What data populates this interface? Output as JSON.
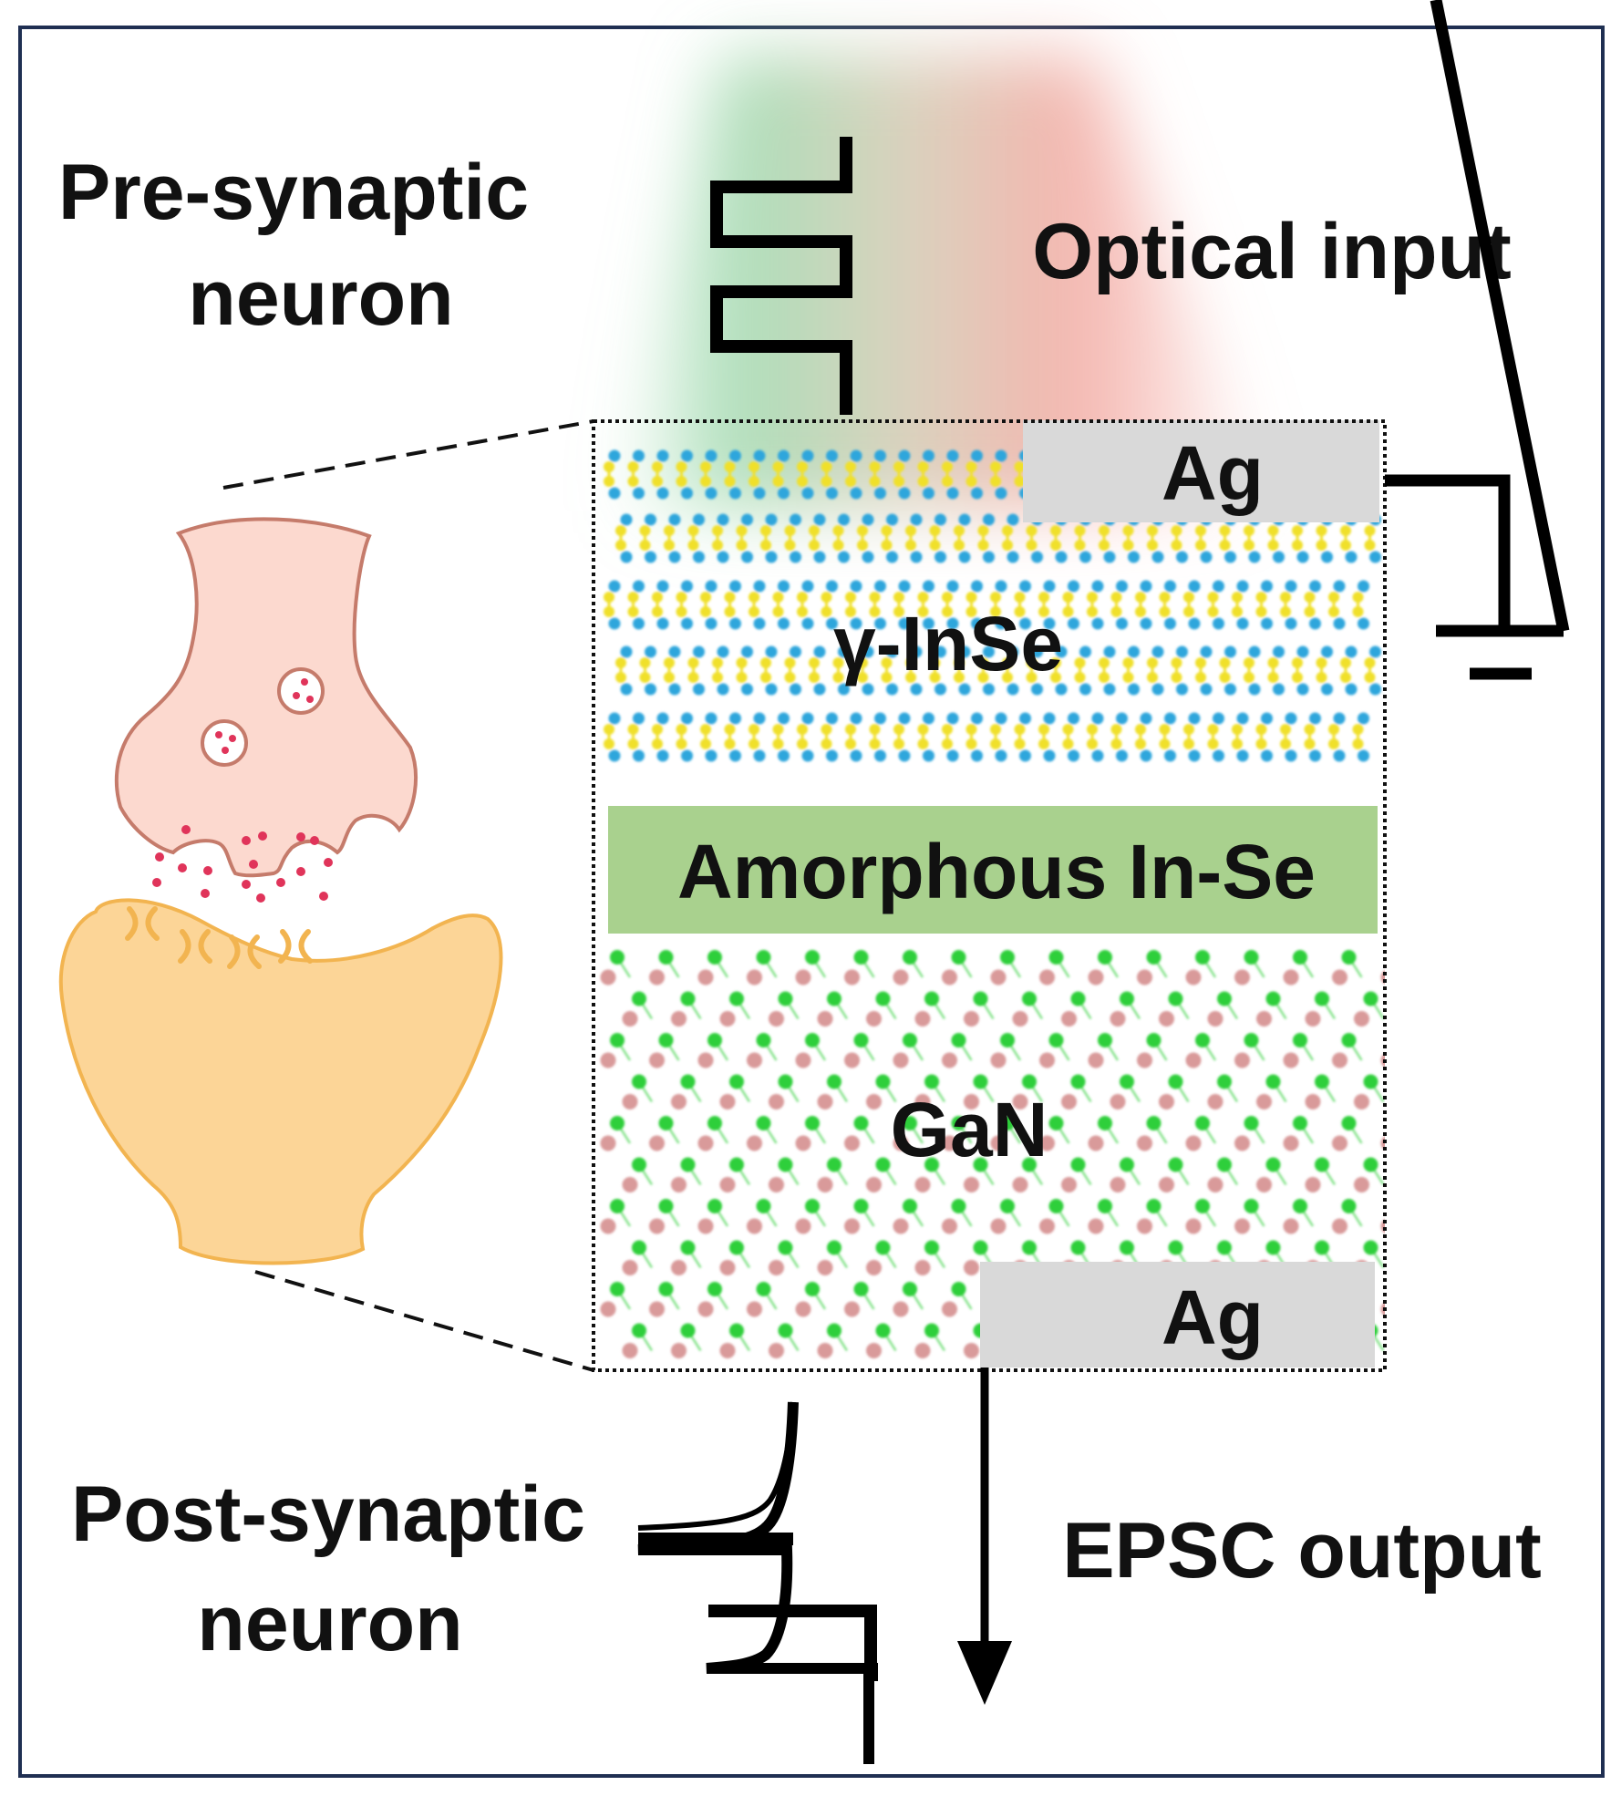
{
  "labels": {
    "pre_line1": "Pre-synaptic",
    "pre_line2": "neuron",
    "post_line1": "Post-synaptic",
    "post_line2": "neuron",
    "optical_input": "Optical input",
    "epsc_output": "EPSC output"
  },
  "layers": {
    "top_electrode": "Ag",
    "inse": "γ-InSe",
    "amorphous": "Amorphous In-Se",
    "gan": "GaN",
    "bottom_electrode": "Ag"
  },
  "colors": {
    "frame": "#1f2f52",
    "electrode_fill": "#d9d9d9",
    "amorphous_fill": "#a9d18e",
    "inse_atom_in": "#2fa6dc",
    "inse_atom_se": "#f0e02a",
    "gan_atom_ga": "#d99a9a",
    "gan_atom_n": "#2fcf3a",
    "pre_neuron_fill": "#fcd9cf",
    "pre_neuron_stroke": "#c57b6b",
    "post_neuron_fill": "#fcd597",
    "post_neuron_stroke": "#f2b450",
    "neurotransmitter": "#e0345a",
    "light_green": "#8fd3a1",
    "light_red": "#f08a80"
  },
  "icons": {
    "pulse_train": "square-wave-pulse-icon",
    "ground": "ground-symbol-icon",
    "epsc_curve": "epsc-response-curve-icon",
    "arrow": "arrow-down-icon"
  }
}
